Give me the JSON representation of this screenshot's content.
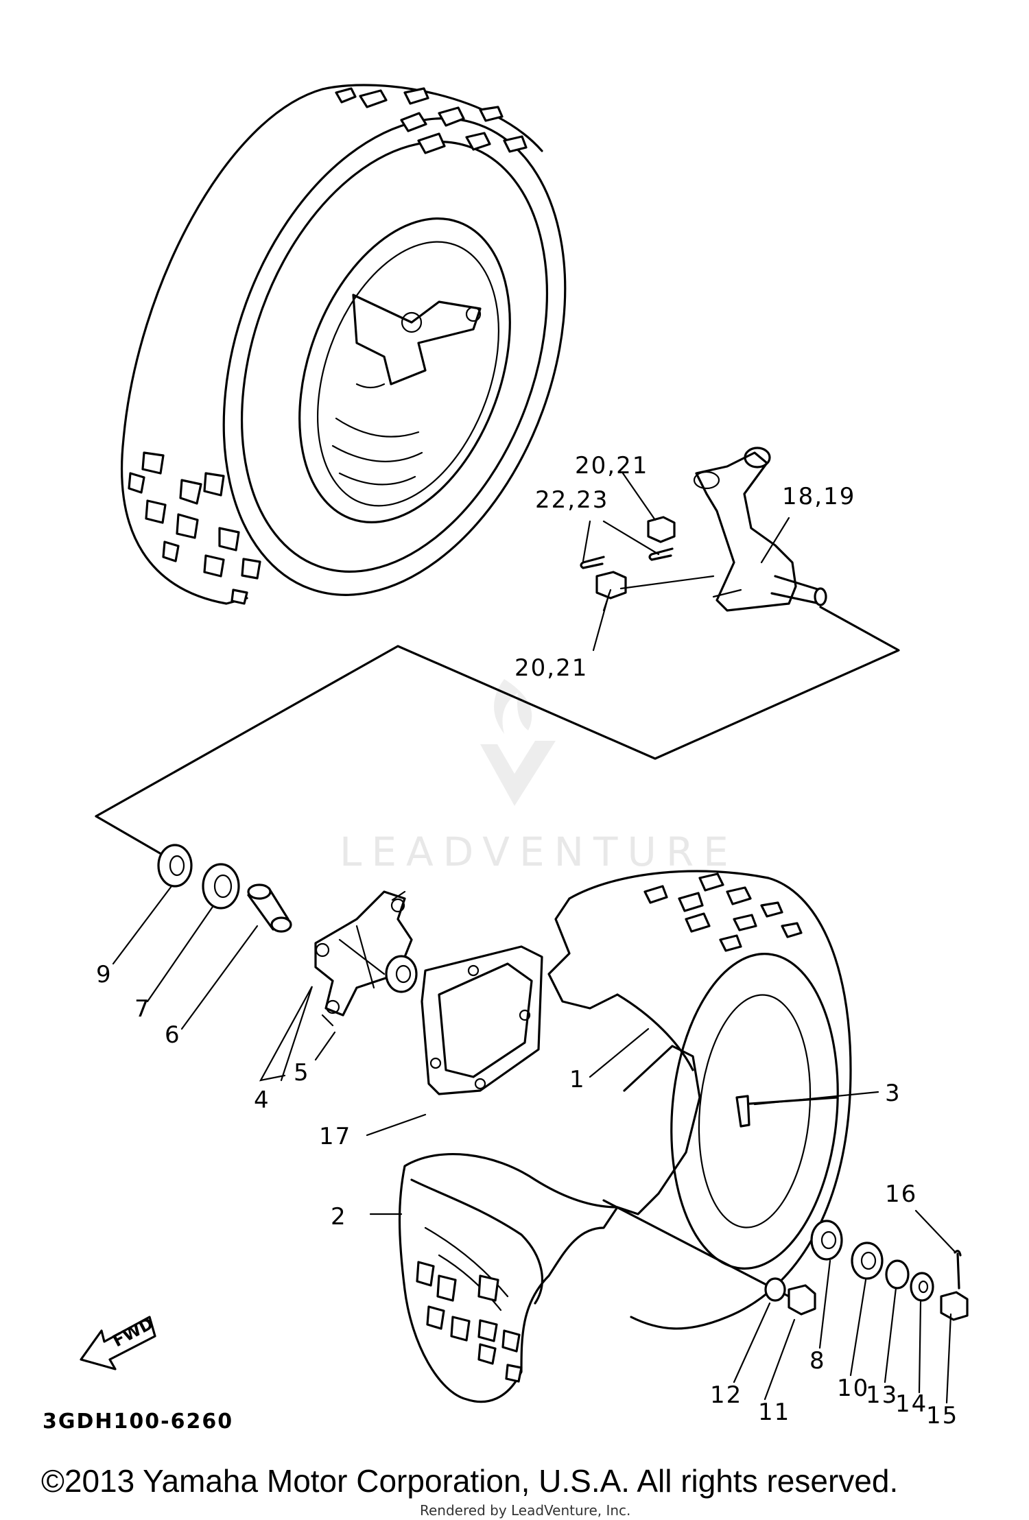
{
  "diagram": {
    "part_labels": [
      {
        "id": "1",
        "text": "1"
      },
      {
        "id": "2",
        "text": "2"
      },
      {
        "id": "3",
        "text": "3"
      },
      {
        "id": "4",
        "text": "4"
      },
      {
        "id": "5",
        "text": "5"
      },
      {
        "id": "6",
        "text": "6"
      },
      {
        "id": "7",
        "text": "7"
      },
      {
        "id": "8",
        "text": "8"
      },
      {
        "id": "9",
        "text": "9"
      },
      {
        "id": "10",
        "text": "10"
      },
      {
        "id": "11",
        "text": "11"
      },
      {
        "id": "12",
        "text": "12"
      },
      {
        "id": "13",
        "text": "13"
      },
      {
        "id": "14",
        "text": "14"
      },
      {
        "id": "15",
        "text": "15"
      },
      {
        "id": "16",
        "text": "16"
      },
      {
        "id": "17",
        "text": "17"
      },
      {
        "id": "18_19",
        "text": "18,19"
      },
      {
        "id": "20_21_top",
        "text": "20,21"
      },
      {
        "id": "20_21_bottom",
        "text": "20,21"
      },
      {
        "id": "22_23",
        "text": "22,23"
      }
    ],
    "fwd_arrow_text": "FWD",
    "diagram_code": "3GDH100-6260",
    "watermark_text": "LEADVENTURE"
  },
  "footer": {
    "copyright": "©2013 Yamaha Motor Corporation, U.S.A. All rights reserved.",
    "rendered_by": "Rendered by LeadVenture, Inc."
  }
}
